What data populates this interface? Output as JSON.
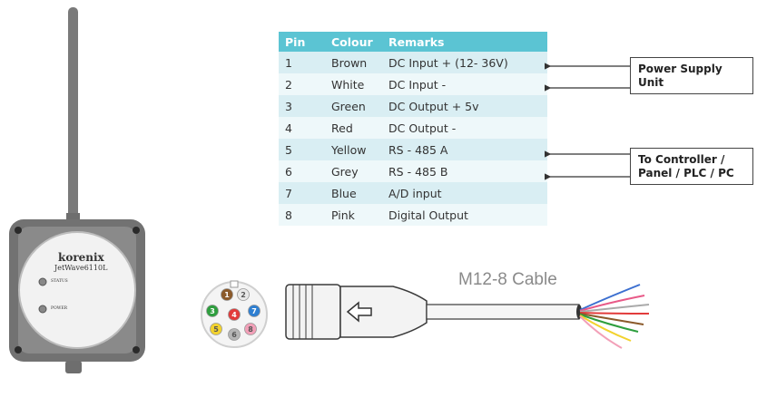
{
  "table": {
    "headers": [
      "Pin",
      "Colour",
      "Remarks"
    ],
    "rows": [
      {
        "pin": "1",
        "colour": "Brown",
        "remarks": "DC Input + (12- 36V)"
      },
      {
        "pin": "2",
        "colour": "White",
        "remarks": "DC Input -"
      },
      {
        "pin": "3",
        "colour": "Green",
        "remarks": "DC Output + 5v"
      },
      {
        "pin": "4",
        "colour": "Red",
        "remarks": "DC Output -"
      },
      {
        "pin": "5",
        "colour": "Yellow",
        "remarks": "RS - 485 A"
      },
      {
        "pin": "6",
        "colour": "Grey",
        "remarks": "RS - 485 B"
      },
      {
        "pin": "7",
        "colour": "Blue",
        "remarks": "A/D input"
      },
      {
        "pin": "8",
        "colour": "Pink",
        "remarks": "Digital Output"
      }
    ]
  },
  "callouts": {
    "power": {
      "line1": "Power Supply",
      "line2": "Unit"
    },
    "controller": {
      "line1": "To Controller /",
      "line2": "Panel / PLC / PC"
    }
  },
  "cable": {
    "label": "M12-8 Cable"
  },
  "device": {
    "brand": "korenix",
    "model": "JetWave6110L",
    "led_status": "STATUS",
    "led_power": "POWER"
  },
  "connector_pins": [
    {
      "num": "1",
      "color": "#8b5a2b"
    },
    {
      "num": "2",
      "color": "#e8e8e8"
    },
    {
      "num": "3",
      "color": "#2e9e3e"
    },
    {
      "num": "4",
      "color": "#e23b3b"
    },
    {
      "num": "5",
      "color": "#f2d22e"
    },
    {
      "num": "6",
      "color": "#b5b5b5"
    },
    {
      "num": "7",
      "color": "#2f7fd1"
    },
    {
      "num": "8",
      "color": "#f2a0b8"
    }
  ],
  "colors": {
    "table_header": "#5bc4d3",
    "row_odd": "#d9eef3",
    "row_even": "#eef8fa"
  },
  "icons": {
    "arrow": "arrow-left-icon"
  }
}
